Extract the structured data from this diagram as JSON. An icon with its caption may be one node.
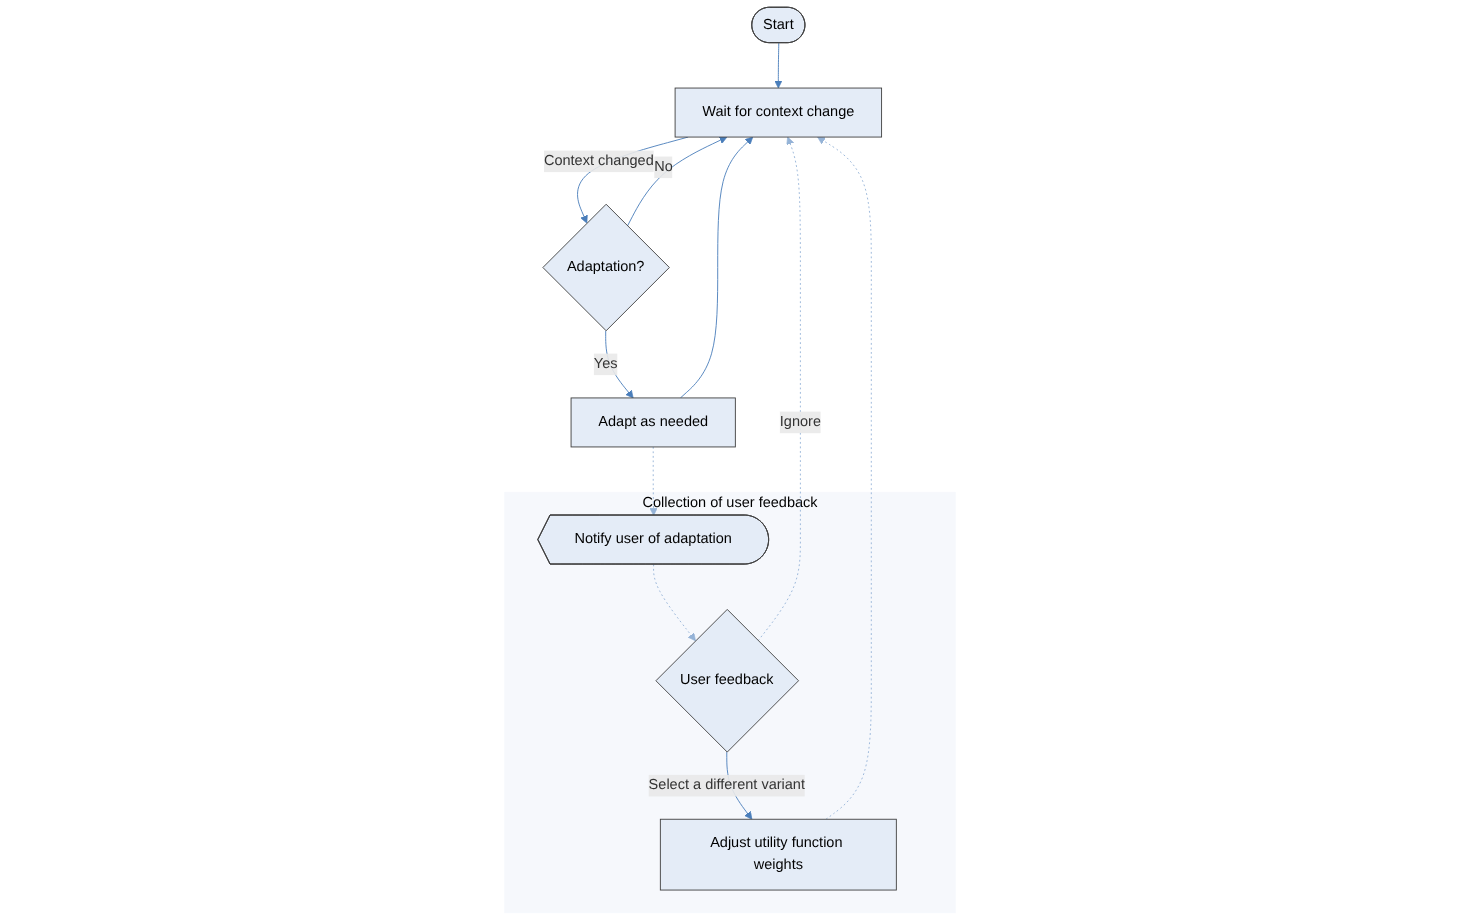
{
  "diagram": {
    "nodes": [
      {
        "text": [
          "Start"
        ]
      },
      {
        "text": [
          "Wait for context change"
        ]
      },
      {
        "text": [
          "Adaptation?"
        ]
      },
      {
        "text": [
          "Adapt as needed"
        ]
      },
      {
        "text": [
          "Collection of user feedback"
        ]
      },
      {
        "text": [
          "Adjust utility function weights"
        ],
        "in": 4
      },
      {
        "text": [
          "User feedback"
        ],
        "in": 4
      },
      {
        "text": [
          "Notify user of adaptation"
        ],
        "in": 4
      }
    ],
    "edges": [
      {
        "from": 0,
        "to": 1,
        "arrow": "to"
      },
      {
        "from": 1,
        "to": 2,
        "arrow": "to",
        "label": "Context changed"
      },
      {
        "from": 2,
        "to": 1,
        "arrow": "to",
        "label": "No"
      },
      {
        "from": 2,
        "to": 3,
        "arrow": "to",
        "label": "Yes"
      },
      {
        "from": 3,
        "to": 1,
        "arrow": "to"
      },
      {
        "from": 3,
        "to": 7,
        "arrow": "to",
        "style": "dashed",
        "color": "#95b3d7"
      },
      {
        "from": 7,
        "to": 6,
        "arrow": "to",
        "style": "dashed",
        "color": "#95b3d7"
      },
      {
        "from": 6,
        "to": 5,
        "arrow": "to",
        "label": "Select a different variant"
      },
      {
        "from": 6,
        "to": 1,
        "arrow": "to",
        "label": "Ignore",
        "style": "dashed",
        "color": "#95b3d7"
      },
      {
        "from": 5,
        "to": 1,
        "arrow": "to",
        "style": "dashed",
        "color": "#95b3d7"
      }
    ]
  }
}
